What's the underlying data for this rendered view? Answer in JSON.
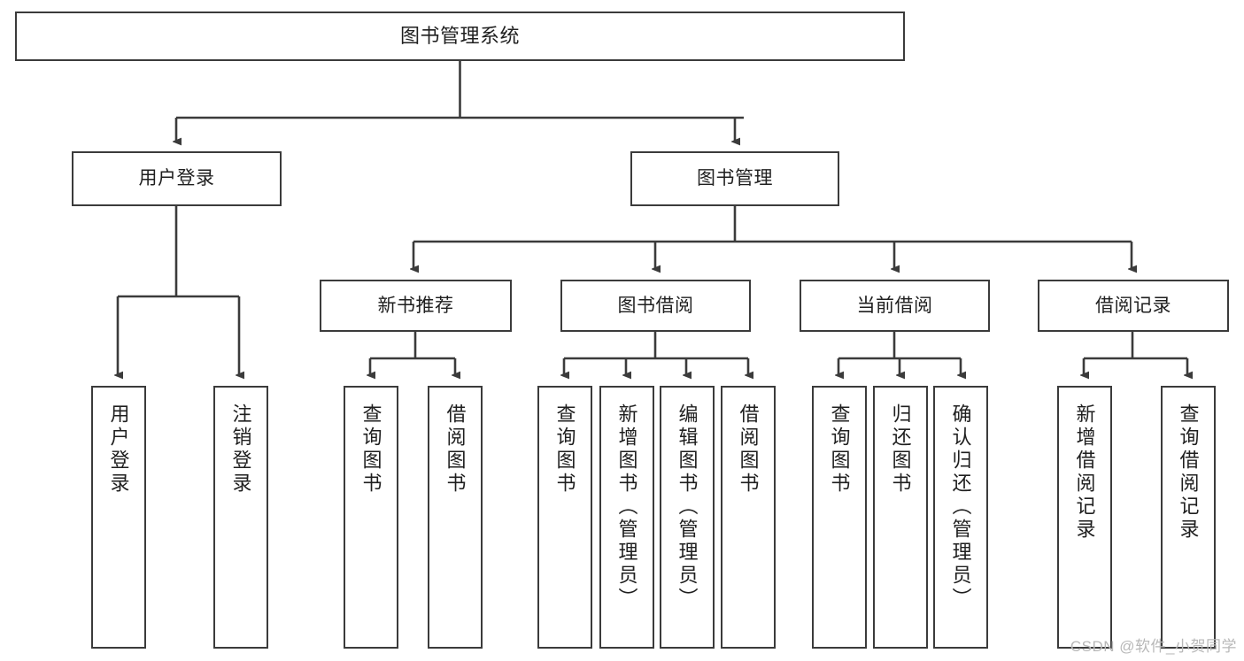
{
  "diagram": {
    "title": "图书管理系统",
    "type": "tree-hierarchy-chart",
    "background_color": "#ffffff",
    "line_color": "#3b3b3b",
    "box_border_color": "#3b3b3b",
    "text_color": "#1f1f1f"
  },
  "watermark": {
    "text": "CSDN @软件_小贺同学",
    "color": "#b8b8b8"
  },
  "nodes": {
    "root": {
      "label": "图书管理系统"
    },
    "level2": [
      {
        "id": "user-login",
        "label": "用户登录"
      },
      {
        "id": "book-management",
        "label": "图书管理"
      }
    ],
    "level3": [
      {
        "id": "new-book-recommend",
        "label": "新书推荐"
      },
      {
        "id": "book-borrow",
        "label": "图书借阅"
      },
      {
        "id": "current-borrow",
        "label": "当前借阅"
      },
      {
        "id": "borrow-record",
        "label": "借阅记录"
      }
    ],
    "leaves": [
      {
        "id": "leaf-user-login",
        "label": "用户登录",
        "parent": "user-login"
      },
      {
        "id": "leaf-user-logout",
        "label": "注销登录",
        "parent": "user-login"
      },
      {
        "id": "leaf-query-book-1",
        "label": "查询图书",
        "parent": "new-book-recommend"
      },
      {
        "id": "leaf-borrow-book-1",
        "label": "借阅图书",
        "parent": "new-book-recommend"
      },
      {
        "id": "leaf-query-book-2",
        "label": "查询图书",
        "parent": "book-borrow"
      },
      {
        "id": "leaf-add-book",
        "label": "新增图书（管理员）",
        "parent": "book-borrow"
      },
      {
        "id": "leaf-edit-book",
        "label": "编辑图书（管理员）",
        "parent": "book-borrow"
      },
      {
        "id": "leaf-borrow-book-2",
        "label": "借阅图书",
        "parent": "book-borrow"
      },
      {
        "id": "leaf-query-book-3",
        "label": "查询图书",
        "parent": "current-borrow"
      },
      {
        "id": "leaf-return-book",
        "label": "归还图书",
        "parent": "current-borrow"
      },
      {
        "id": "leaf-confirm-return",
        "label": "确认归还（管理员）",
        "parent": "current-borrow"
      },
      {
        "id": "leaf-add-record",
        "label": "新增借阅记录",
        "parent": "borrow-record"
      },
      {
        "id": "leaf-query-record",
        "label": "查询借阅记录",
        "parent": "borrow-record"
      }
    ]
  }
}
